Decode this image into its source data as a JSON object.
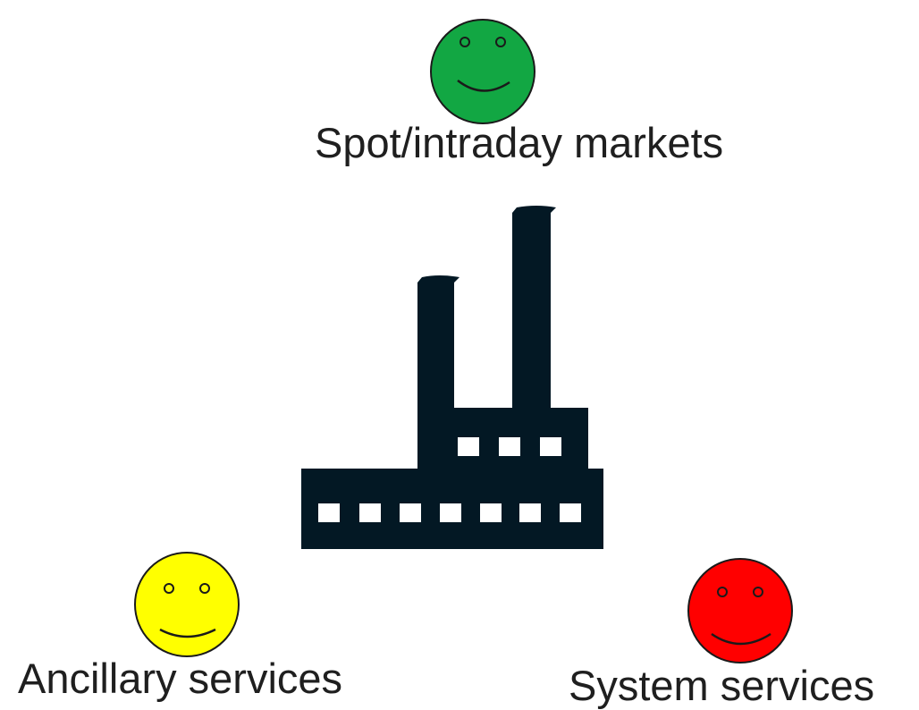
{
  "nodes": {
    "top": {
      "label": "Spot/intraday markets",
      "color": "#12a743",
      "icon": "smiley-face-icon"
    },
    "bottom_left": {
      "label": "Ancillary services",
      "color": "#ffff00",
      "icon": "smiley-face-icon"
    },
    "bottom_right": {
      "label": "System services",
      "color": "#ff0000",
      "icon": "smiley-face-icon"
    }
  },
  "center": {
    "icon": "factory-icon",
    "color": "#031824"
  }
}
